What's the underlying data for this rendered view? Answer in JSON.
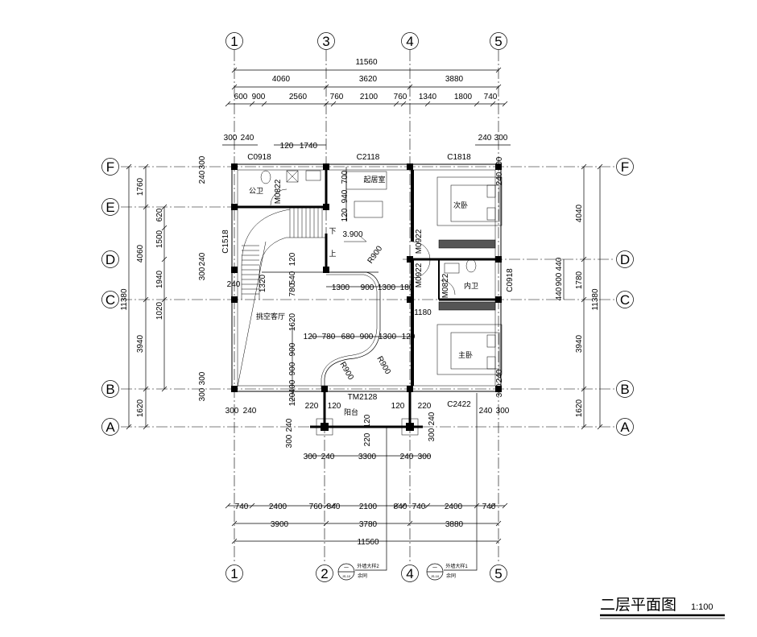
{
  "title": {
    "name": "二层平面图",
    "scale": "1:100"
  },
  "axes": {
    "top": [
      "1",
      "3",
      "4",
      "5"
    ],
    "bottom": [
      "1",
      "2",
      "4",
      "5"
    ],
    "left": [
      "F",
      "E",
      "D",
      "C",
      "B",
      "A"
    ],
    "right": [
      "F",
      "D",
      "C",
      "B",
      "A"
    ]
  },
  "dims_top": {
    "overall": "11560",
    "bays": [
      "4060",
      "3620",
      "3880"
    ],
    "detail": [
      "600",
      "900",
      "2560",
      "760",
      "2100",
      "760",
      "1340",
      "1800",
      "740"
    ],
    "walls": [
      "300",
      "240",
      "120",
      "1740",
      "240",
      "300"
    ]
  },
  "dims_bottom": {
    "detail": [
      "740",
      "2400",
      "760",
      "840",
      "2100",
      "840",
      "740",
      "2400",
      "740"
    ],
    "bays": [
      "3900",
      "3780",
      "3880"
    ],
    "overall": "11560",
    "walls": [
      "300",
      "240",
      "240",
      "300"
    ]
  },
  "dims_left": {
    "overall": "11380",
    "bays": [
      "1760",
      "4060",
      "3940",
      "1620"
    ],
    "detail": [
      "620",
      "1500",
      "1940",
      "1020"
    ],
    "walls": [
      "240",
      "300",
      "300",
      "240",
      "300",
      "300",
      "240"
    ]
  },
  "dims_right": {
    "overall": "11380",
    "bays": [
      "4040",
      "1780",
      "3940",
      "1620"
    ],
    "detail": [
      "440",
      "900",
      "440"
    ],
    "walls": [
      "240",
      "300",
      "300",
      "240"
    ]
  },
  "interior_dims": [
    "700",
    "940",
    "120",
    "120",
    "1320",
    "540",
    "780",
    "1300",
    "900",
    "1300",
    "180",
    "1180",
    "1620",
    "120",
    "780",
    "680",
    "900",
    "1300",
    "120",
    "900",
    "900",
    "400",
    "120",
    "220",
    "120",
    "120",
    "220",
    "120",
    "220",
    "300",
    "240",
    "300",
    "240",
    "300",
    "240",
    "3300",
    "240",
    "300",
    "R900",
    "R900",
    "R900"
  ],
  "openings": {
    "windows": [
      "C0918",
      "C2118",
      "C1818",
      "C1518",
      "C0918",
      "C2422",
      "TM2128"
    ],
    "doors": [
      "M0822",
      "M0922",
      "M0922",
      "M0822"
    ]
  },
  "rooms": {
    "public_bath": "公卫",
    "living_room": "起居室",
    "second_bedroom": "次卧",
    "inner_bath": "内卫",
    "void_living": "挑空客厅",
    "master_bedroom": "主卧",
    "balcony": "阳台"
  },
  "stairs": {
    "down": "下",
    "up": "上"
  },
  "elevation": "3.900",
  "callouts": [
    {
      "top": "一",
      "bottom": "JS-10",
      "label": "外墙大样2",
      "note": "余同"
    },
    {
      "top": "一",
      "bottom": "JS-10",
      "label": "外墙大样1",
      "note": "余同"
    }
  ]
}
